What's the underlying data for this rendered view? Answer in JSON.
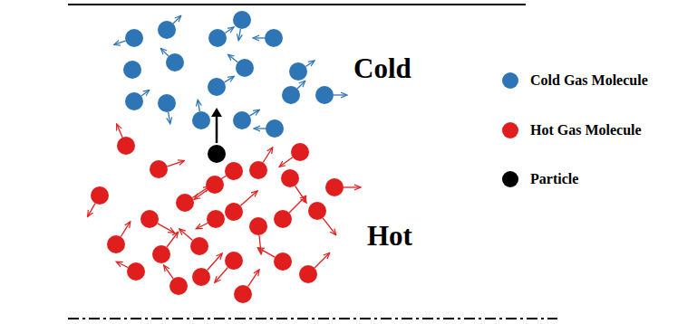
{
  "diagram": {
    "labels": [
      "Cold",
      "Hot"
    ],
    "legend": [
      {
        "text": "Cold Gas Molecule",
        "color": "#2e75b6"
      },
      {
        "text": "Hot Gas Molecule",
        "color": "#e01e1e"
      },
      {
        "text": "Particle",
        "color": "#000000"
      }
    ]
  }
}
